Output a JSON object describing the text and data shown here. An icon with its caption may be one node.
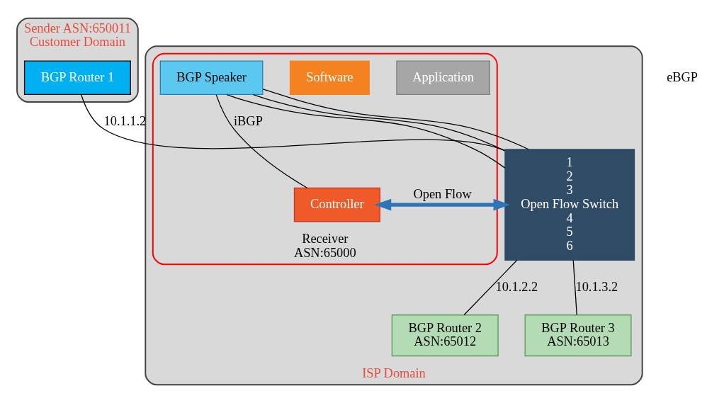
{
  "diagram": {
    "nodes": [
      {
        "text": [
          "Sender ASN:650011",
          "Customer Domain"
        ]
      },
      {
        "text": [
          "BGP Router 1"
        ],
        "in": 0
      },
      {
        "text": [
          "ISP Domain"
        ]
      },
      {
        "text": [
          "Receiver",
          "ASN:65000"
        ],
        "in": 2
      },
      {
        "text": [
          "Application"
        ],
        "in": 3
      },
      {
        "text": [
          "Software"
        ],
        "in": 3
      },
      {
        "text": [
          "Controller"
        ],
        "in": 3
      },
      {
        "text": [
          "BGP Speaker"
        ],
        "in": 3
      },
      {
        "text": [
          "1",
          "2",
          "3",
          "Open Flow Switch",
          "4",
          "5",
          "6"
        ],
        "in": 2
      },
      {
        "text": [
          "BGP Router 2",
          "ASN:65012"
        ],
        "in": 2
      },
      {
        "text": [
          "BGP Router 3",
          "ASN:65013"
        ],
        "in": 2
      }
    ],
    "edges": [
      {
        "from": 1,
        "to": 8,
        "arrow": "none",
        "label": "10.1.1.2"
      },
      {
        "from": 7,
        "to": 6,
        "arrow": "none",
        "label": "iBGP"
      },
      {
        "from": 7,
        "to": 8,
        "arrow": "none"
      },
      {
        "from": 7,
        "to": 8,
        "arrow": "none"
      },
      {
        "from": 7,
        "to": 8,
        "arrow": "none"
      },
      {
        "from": 8,
        "to": 9,
        "arrow": "none",
        "label": "10.1.2.2"
      },
      {
        "from": 8,
        "to": 10,
        "arrow": "none",
        "label": "10.1.3.2"
      },
      {
        "from": 8,
        "to": 6,
        "arrow": "both",
        "label": "Open Flow",
        "style": "thick",
        "color": "#2e75b6"
      }
    ],
    "labels": [
      "eBGP"
    ]
  }
}
